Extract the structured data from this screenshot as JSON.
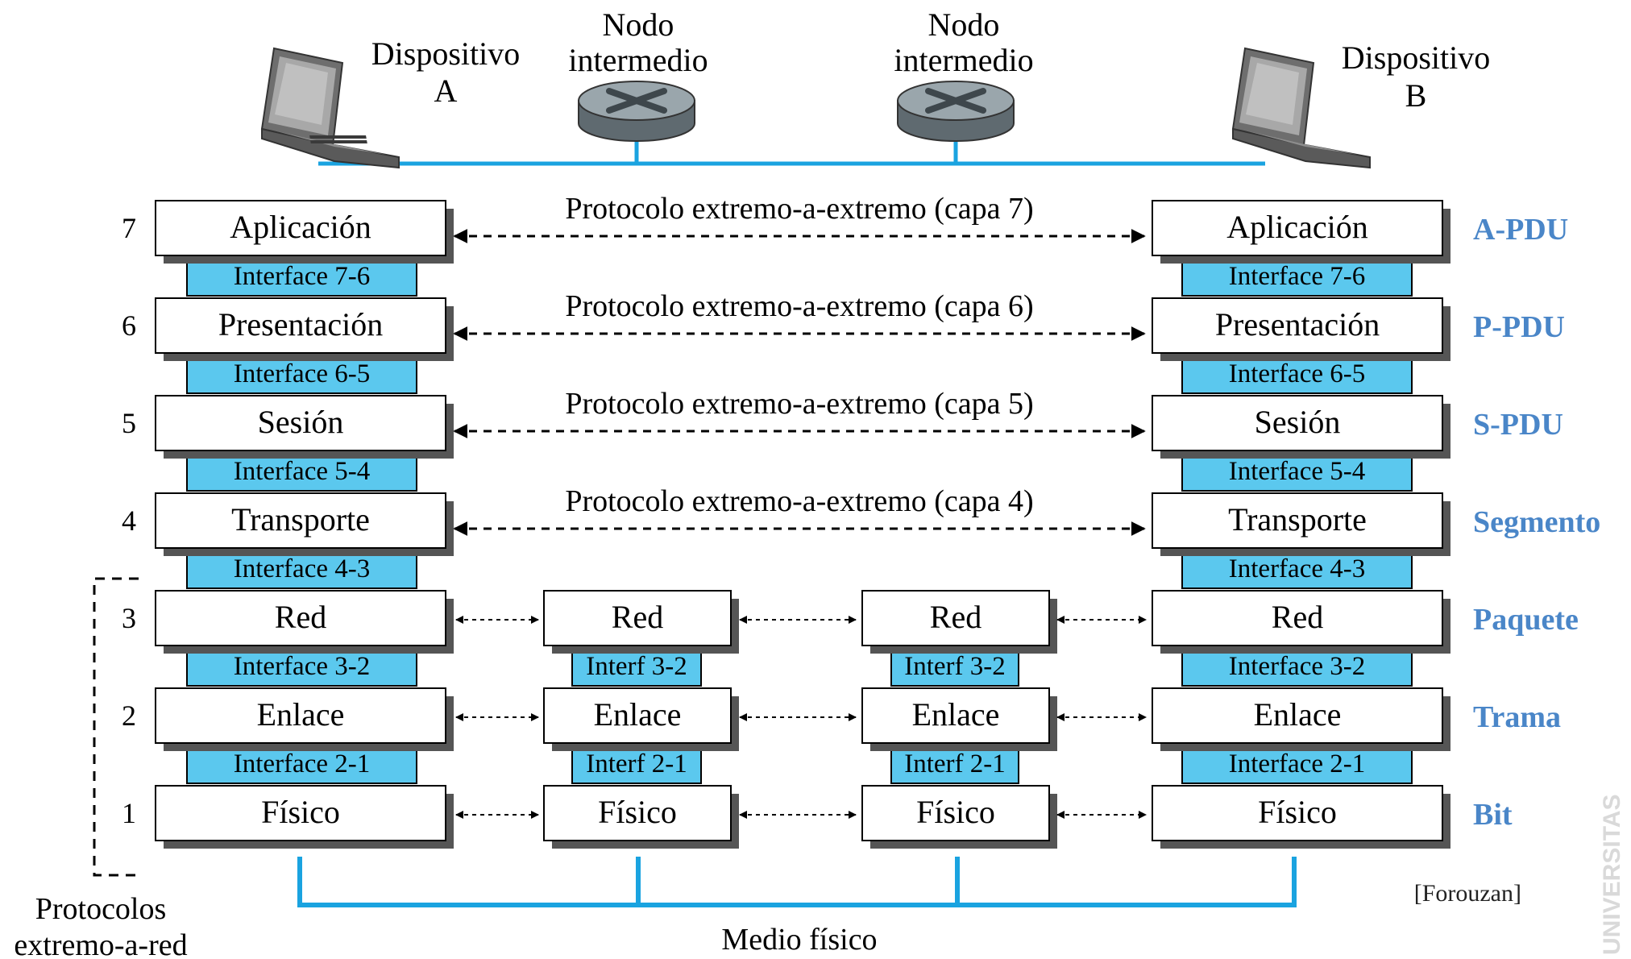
{
  "colors": {
    "interface_fill": "#5bc8ee",
    "network_line": "#1aa3e0",
    "pdu_text": "#4a86c8",
    "shadow": "#555555",
    "watermark": "#d9d9d9"
  },
  "devices": {
    "device_a": {
      "line1": "Dispositivo",
      "line2": "A",
      "icon": "laptop-icon"
    },
    "node_1": {
      "line1": "Nodo",
      "line2": "intermedio",
      "icon": "router-icon"
    },
    "node_2": {
      "line1": "Nodo",
      "line2": "intermedio",
      "icon": "router-icon"
    },
    "device_b": {
      "line1": "Dispositivo",
      "line2": "B",
      "icon": "laptop-icon"
    }
  },
  "end_layers": [
    {
      "num": "7",
      "name": "Aplicación",
      "pdu": "A-PDU",
      "interface_below": "Interface 7-6",
      "protocol": "Protocolo extremo-a-extremo (capa 7)"
    },
    {
      "num": "6",
      "name": "Presentación",
      "pdu": "P-PDU",
      "interface_below": "Interface 6-5",
      "protocol": "Protocolo extremo-a-extremo (capa 6)"
    },
    {
      "num": "5",
      "name": "Sesión",
      "pdu": "S-PDU",
      "interface_below": "Interface 5-4",
      "protocol": "Protocolo extremo-a-extremo (capa 5)"
    },
    {
      "num": "4",
      "name": "Transporte",
      "pdu": "Segmento",
      "interface_below": "Interface 4-3",
      "protocol": "Protocolo extremo-a-extremo (capa 4)"
    },
    {
      "num": "3",
      "name": "Red",
      "pdu": "Paquete",
      "interface_below": "Interface 3-2"
    },
    {
      "num": "2",
      "name": "Enlace",
      "pdu": "Trama",
      "interface_below": "Interface 2-1"
    },
    {
      "num": "1",
      "name": "Físico",
      "pdu": "Bit"
    }
  ],
  "intermediate_layers": [
    {
      "name": "Red",
      "interface_below": "Interf 3-2"
    },
    {
      "name": "Enlace",
      "interface_below": "Interf 2-1"
    },
    {
      "name": "Físico"
    }
  ],
  "labels": {
    "protocolos_line1": "Protocolos",
    "protocolos_line2": "extremo-a-red",
    "medio_fisico": "Medio físico",
    "credit": "[Forouzan]",
    "watermark": "UNIVERSITAS"
  }
}
